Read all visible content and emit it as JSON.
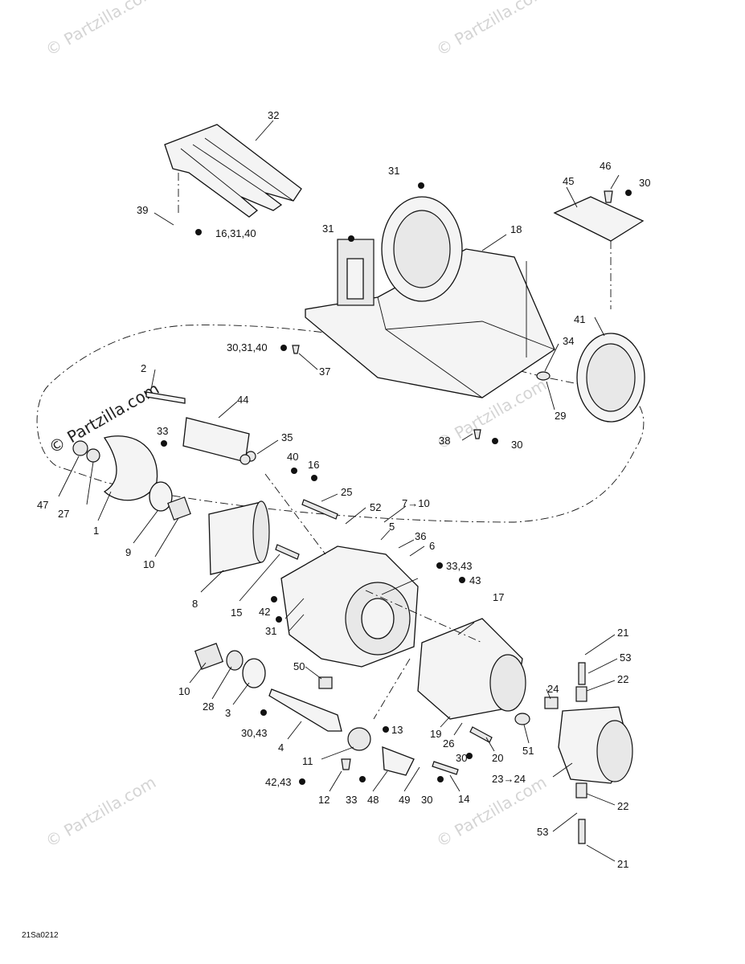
{
  "watermark": "© Partzilla.com",
  "figure_code": "21Sa0212",
  "callouts": {
    "c32": "32",
    "c39": "39",
    "c16_31_40": "16,31,40",
    "c31a": "31",
    "c31b": "31",
    "c18": "18",
    "c45": "45",
    "c46": "46",
    "c30a": "30",
    "c41": "41",
    "c34": "34",
    "c29": "29",
    "c30_31_40": "30,31,40",
    "c37": "37",
    "c38": "38",
    "c30b": "30",
    "c2": "2",
    "c44": "44",
    "c35": "35",
    "c33a": "33",
    "c40": "40",
    "c16": "16",
    "c25": "25",
    "c52": "52",
    "c7_10": "7→10",
    "c5": "5",
    "c36": "36",
    "c6": "6",
    "c47": "47",
    "c27": "27",
    "c1": "1",
    "c9": "9",
    "c10a": "10",
    "c8": "8",
    "c15": "15",
    "c42": "42",
    "c31c": "31",
    "c33_43": "33,43",
    "c43": "43",
    "c17": "17",
    "c50": "50",
    "c10b": "10",
    "c28": "28",
    "c3": "3",
    "c30_43": "30,43",
    "c4": "4",
    "c11": "11",
    "c42_43": "42,43",
    "c12": "12",
    "c33b": "33",
    "c48": "48",
    "c13": "13",
    "c49": "49",
    "c30c": "30",
    "c14": "14",
    "c19": "19",
    "c26": "26",
    "c30d": "30",
    "c20": "20",
    "c24": "24",
    "c51": "51",
    "c23_24": "23→24",
    "c21a": "21",
    "c53a": "53",
    "c22a": "22",
    "c22b": "22",
    "c53b": "53",
    "c21b": "21"
  }
}
